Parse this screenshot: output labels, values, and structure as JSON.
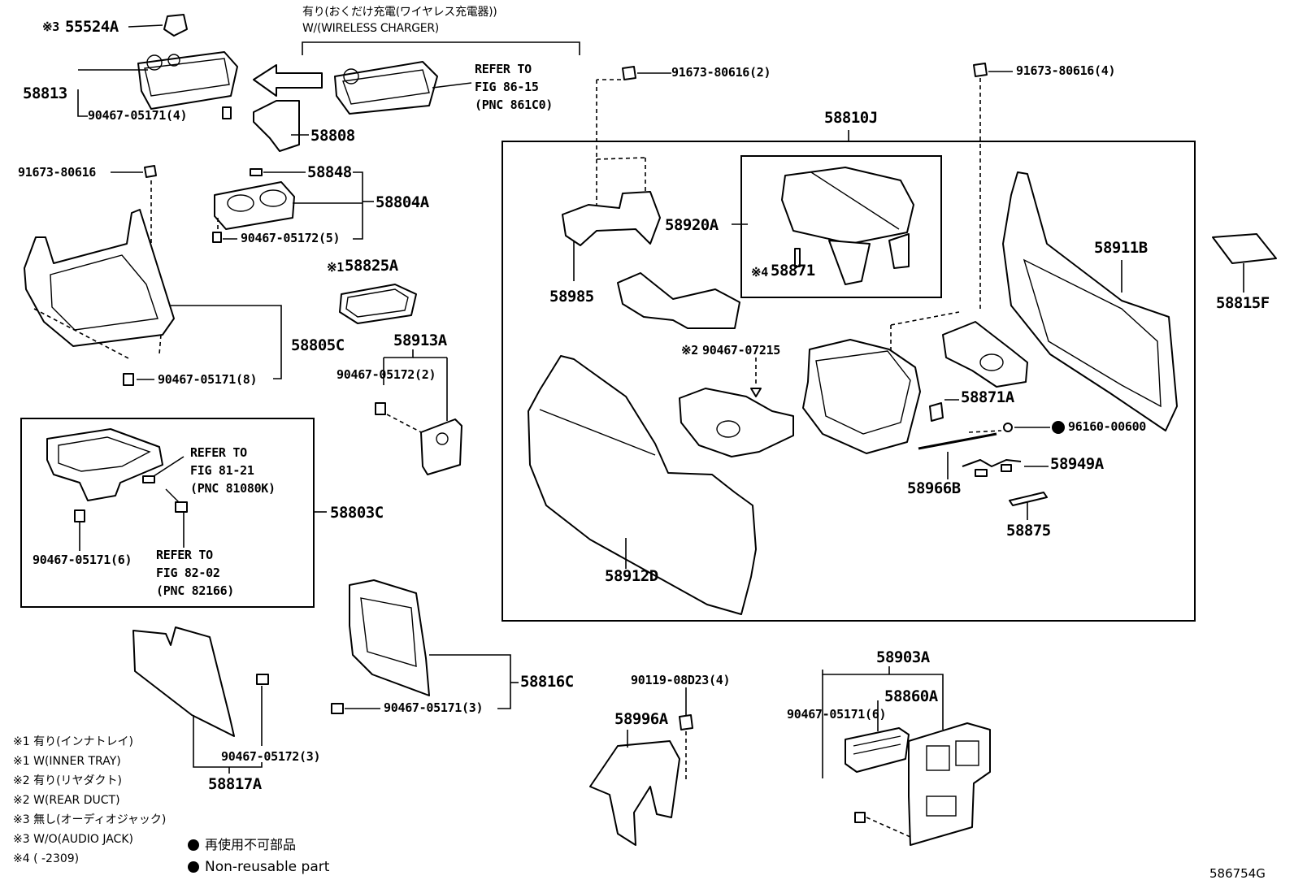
{
  "header": {
    "wireless_jp": "有り(おくだけ充電(ワイヤレス充電器))",
    "wireless_en": "W/(WIRELESS CHARGER)"
  },
  "refs": {
    "ref1": [
      "REFER TO",
      "FIG 86-15",
      "(PNC 861C0)"
    ],
    "ref2": [
      "REFER TO",
      "FIG 81-21",
      "(PNC 81080K)"
    ],
    "ref3": [
      "REFER TO",
      "FIG 82-02",
      "(PNC 82166)"
    ]
  },
  "parts": {
    "p55524A": "55524A",
    "p55524A_mark": "※3",
    "p58813": "58813",
    "p90467_05171_4": "90467-05171(4)",
    "p58808": "58808",
    "p91673_80616_a": "91673-80616",
    "p58848": "58848",
    "p58804A": "58804A",
    "p90467_05172_5": "90467-05172(5)",
    "p58825A": "58825A",
    "p58825A_mark": "※1",
    "p58805C": "58805C",
    "p58913A": "58913A",
    "p90467_05172_2": "90467-05172(2)",
    "p90467_05171_8": "90467-05171(8)",
    "p58803C": "58803C",
    "p90467_05171_6a": "90467-05171(6)",
    "p91673_80616_2": "91673-80616(2)",
    "p91673_80616_4": "91673-80616(4)",
    "p58810J": "58810J",
    "p58920A": "58920A",
    "p58871": "58871",
    "p58871_mark": "※4",
    "p58985": "58985",
    "p58911B": "58911B",
    "p58815F": "58815F",
    "p90467_07215": "90467-07215",
    "p90467_07215_mark": "※2",
    "p58871A": "58871A",
    "p96160_00600": "96160-00600",
    "p58949A": "58949A",
    "p58966B": "58966B",
    "p58875": "58875",
    "p58912D": "58912D",
    "p58816C": "58816C",
    "p90467_05171_3": "90467-05171(3)",
    "p90467_05172_3": "90467-05172(3)",
    "p58817A": "58817A",
    "p90119_08D23_4": "90119-08D23(4)",
    "p58996A": "58996A",
    "p58903A": "58903A",
    "p58860A": "58860A",
    "p90467_05171_6b": "90467-05171(6)"
  },
  "legend": [
    "※1 有り(インナトレイ)",
    "※1 W(INNER TRAY)",
    "※2 有り(リヤダクト)",
    "※2 W(REAR DUCT)",
    "※3 無し(オーディオジャック)",
    "※3 W/O(AUDIO JACK)",
    "※4 (       -2309)"
  ],
  "legend_marks": [
    "再使用不可部品",
    "Non-reusable part"
  ],
  "figure_id": "586754G"
}
